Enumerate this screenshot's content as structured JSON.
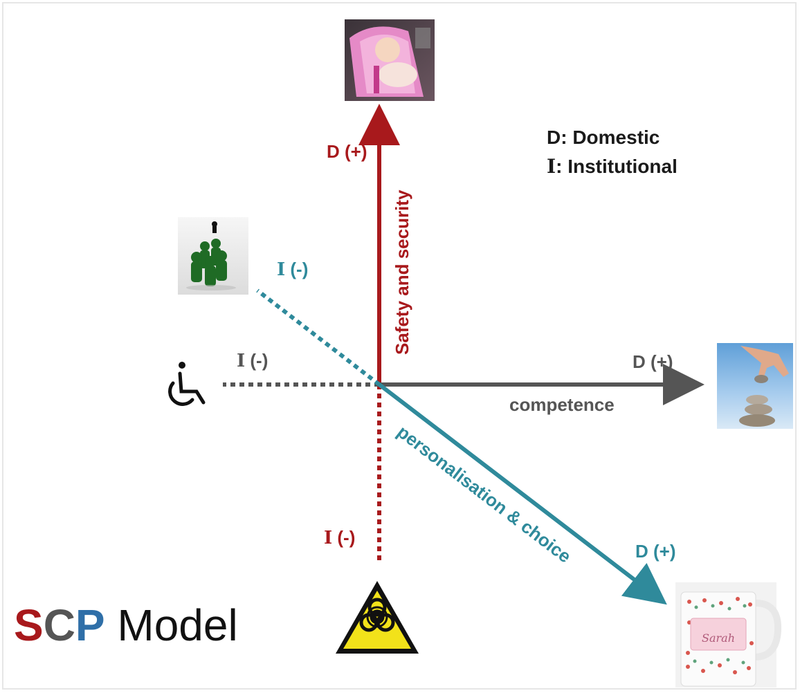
{
  "legend": {
    "domestic": "D: Domestic",
    "institutional_prefix": "I",
    "institutional_rest": ": Institutional"
  },
  "axes": {
    "safety": {
      "title": "Safety and security",
      "positive": "D (+)",
      "negative_prefix": "I",
      "negative_rest": " (-)",
      "color": "#a8191c"
    },
    "competence": {
      "title": "competence",
      "positive": "D (+)",
      "negative_prefix": "I",
      "negative_rest": " (-)",
      "color": "#555555"
    },
    "personalisation": {
      "title": "personalisation & choice",
      "positive": "D (+)",
      "negative_prefix": "I",
      "negative_rest": " (-)",
      "color": "#2f8a9b"
    }
  },
  "model_title": {
    "s": "S",
    "c": "C",
    "p": "P",
    "rest": " Model",
    "s_color": "#a8191c",
    "c_color": "#555555",
    "p_color": "#2f6fa8"
  },
  "icons": {
    "top": "child-car-seat-photo",
    "left_top": "green-game-pieces-photo",
    "left": "wheelchair-icon",
    "right": "stacking-stones-photo",
    "bottom": "biohazard-icon",
    "bottom_right": "personalised-mug-photo"
  },
  "mug_name": "Sarah"
}
